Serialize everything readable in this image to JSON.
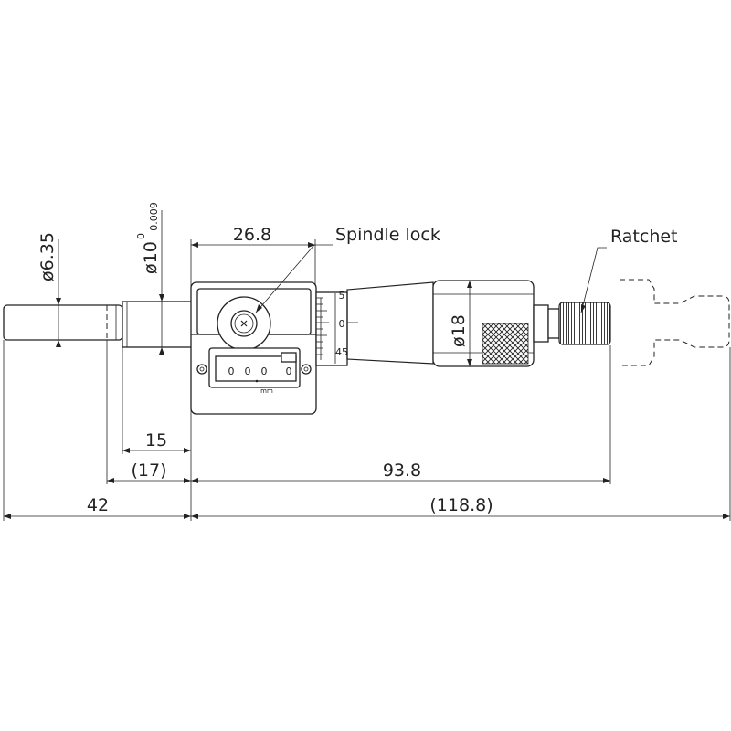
{
  "labels": {
    "spindle_lock": "Spindle lock",
    "ratchet": "Ratchet"
  },
  "dimensions": {
    "spindle_dia": "ø6.35",
    "stem_dia_main": "ø10",
    "stem_tol_upper": "0",
    "stem_tol_lower": "−0.009",
    "thimble_dia": "ø18",
    "body_width": "26.8",
    "stem_len": "15",
    "stem_len_ref": "(17)",
    "travel": "93.8",
    "spindle_len": "42",
    "total_len": "(118.8)"
  },
  "thimble_scale": [
    "5",
    "0",
    "45"
  ],
  "counter": {
    "digits": [
      "0",
      "0",
      "0",
      "0"
    ],
    "unit": "mm"
  }
}
